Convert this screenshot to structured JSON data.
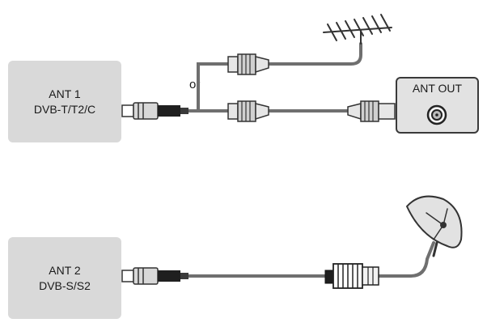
{
  "ant1": {
    "line1": "ANT 1",
    "line2": "DVB-T/T2/C"
  },
  "ant2": {
    "line1": "ANT 2",
    "line2": "DVB-S/S2"
  },
  "ant_out": {
    "label": "ANT OUT"
  },
  "connector_text": {
    "or": "or"
  },
  "icons": [
    "terrestrial-antenna-icon",
    "satellite-dish-icon",
    "coax-plug-icon",
    "f-connector-icon"
  ]
}
